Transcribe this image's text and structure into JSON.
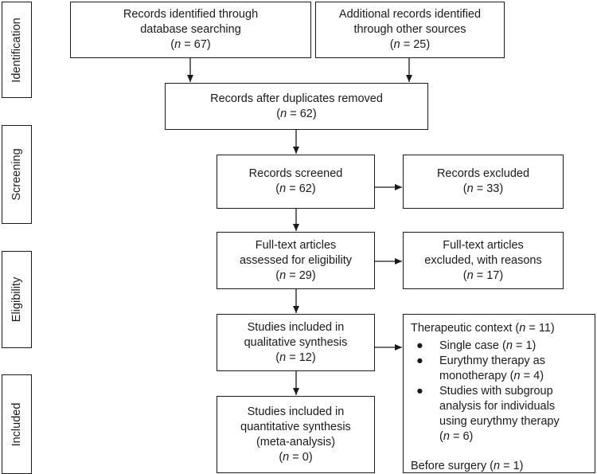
{
  "stages": [
    {
      "label": "Identification"
    },
    {
      "label": "Screening"
    },
    {
      "label": "Eligibility"
    },
    {
      "label": "Included"
    }
  ],
  "boxes": {
    "db_search": {
      "lines": [
        "Records identified through",
        "database searching"
      ],
      "count": "67"
    },
    "other_sources": {
      "lines": [
        "Additional records identified",
        "through other sources"
      ],
      "count": "25"
    },
    "after_duplicates": {
      "lines": [
        "Records after duplicates removed"
      ],
      "count": "62"
    },
    "screened": {
      "lines": [
        "Records screened"
      ],
      "count": "62"
    },
    "excluded": {
      "lines": [
        "Records excluded"
      ],
      "count": "33"
    },
    "fulltext_assessed": {
      "lines": [
        "Full-text articles",
        "assessed for eligibility"
      ],
      "count": "29"
    },
    "fulltext_excluded": {
      "lines": [
        "Full-text articles",
        "excluded, with reasons"
      ],
      "count": "17"
    },
    "qualitative": {
      "lines": [
        "Studies included in",
        "qualitative synthesis"
      ],
      "count": "12"
    },
    "quantitative": {
      "lines": [
        "Studies included in",
        "quantitative synthesis",
        "(meta-analysis)"
      ],
      "count": "0"
    }
  },
  "count_prefix": "n",
  "count_eq": " = ",
  "side_panel": {
    "header_text": "Therapeutic context (",
    "header_count": "11",
    "bullet": "●",
    "items": [
      {
        "lines": [
          "Single case ("
        ],
        "count": "1"
      },
      {
        "lines": [
          "Eurythmy therapy as",
          "monotherapy ("
        ],
        "count": "4"
      },
      {
        "lines": [
          "Studies with subgroup",
          "analysis for individuals",
          "using eurythmy therapy",
          "("
        ],
        "count": "6"
      }
    ],
    "footer_text": "Before surgery (",
    "footer_count": "1"
  }
}
